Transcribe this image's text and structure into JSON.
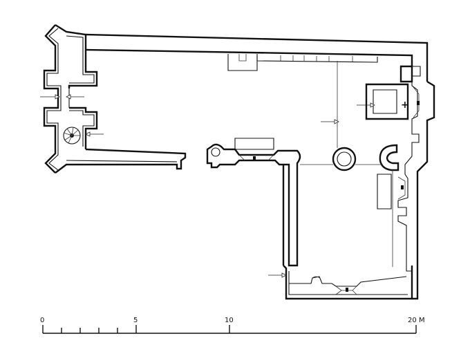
{
  "scale_bar": {
    "labels": [
      "0",
      "5",
      "10",
      "20",
      "M"
    ]
  },
  "symbols": {
    "altar_cross": "+"
  }
}
